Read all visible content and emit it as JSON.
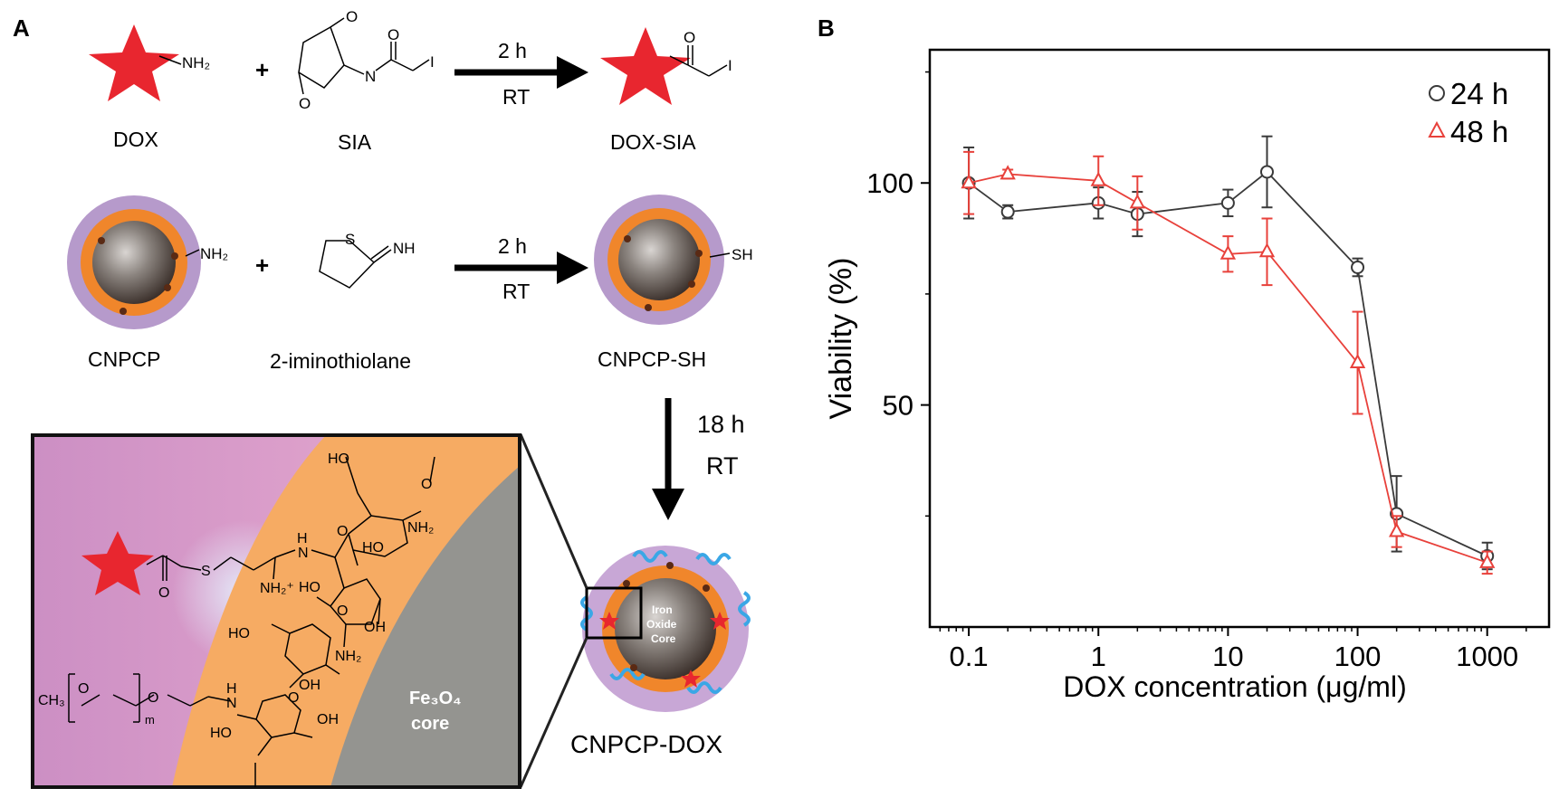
{
  "panel_a": {
    "label": "A",
    "reaction1": {
      "reactant1": "DOX",
      "reactant2": "SIA",
      "plus": "+",
      "amine": "NH₂",
      "iodo": "I",
      "oxygen_top": "O",
      "oxygen_bottom": "O",
      "oxygen_acyl": "O",
      "nitrogen": "N",
      "condition_time": "2 h",
      "condition_temp": "RT",
      "product": "DOX-SIA",
      "product_oxygen": "O",
      "product_iodo": "I"
    },
    "reaction2": {
      "reactant1": "CNPCP",
      "reactant2": "2-iminothiolane",
      "plus": "+",
      "amine": "NH₂",
      "sulfur": "S",
      "imine": "NH",
      "condition_time": "2 h",
      "condition_temp": "RT",
      "product": "CNPCP-SH",
      "thiol": "SH"
    },
    "step3": {
      "condition_time": "18 h",
      "condition_temp": "RT"
    },
    "final_product": "CNPCP-DOX",
    "core_label_1": "Iron",
    "core_label_2": "Oxide",
    "core_label_3": "Core",
    "zoom_core_label_1": "Fe₃O₄",
    "zoom_core_label_2": "core",
    "zoom_labels": {
      "ho1": "HO",
      "o1": "O",
      "o2": "O",
      "o3": "O",
      "nh2_1": "NH₂",
      "ho2": "HO",
      "nh2plus": "NH₂⁺",
      "ho3": "HO",
      "oh1": "OH",
      "h_n": "H",
      "n1": "N",
      "s1": "S",
      "o_keto": "O",
      "ho4": "HO",
      "nh2_2": "NH₂",
      "oh2": "OH",
      "o4": "O",
      "ch3": "CH₃",
      "o_peg1": "O",
      "o_peg2": "O",
      "m": "m",
      "h_n2": "H",
      "n2": "N",
      "ho5": "HO",
      "oh3": "OH"
    }
  },
  "chart_data": {
    "panel_label": "B",
    "type": "line",
    "xscale": "log",
    "xlabel": "DOX concentration (μg/ml)",
    "ylabel": "Viability (%)",
    "xlim": [
      0.05,
      3000
    ],
    "ylim": [
      0,
      130
    ],
    "xticks": [
      0.1,
      1,
      10,
      100,
      1000
    ],
    "xtick_labels": [
      "0.1",
      "1",
      "10",
      "100",
      "1000"
    ],
    "yticks": [
      50,
      100
    ],
    "ytick_labels": [
      "50",
      "100"
    ],
    "grid": false,
    "legend_position": "top-right",
    "series": [
      {
        "name": "24 h",
        "color": "#3a3a3a",
        "marker": "circle",
        "x": [
          0.1,
          0.2,
          1,
          2,
          10,
          20,
          100,
          200,
          1000
        ],
        "y": [
          100,
          93.5,
          95.5,
          93,
          95.5,
          102.5,
          81,
          25.5,
          16
        ],
        "err": [
          8,
          1.5,
          3.5,
          5,
          3,
          8,
          2,
          8.5,
          3
        ]
      },
      {
        "name": "48 h",
        "color": "#e8413b",
        "marker": "triangle",
        "x": [
          0.1,
          0.2,
          1,
          2,
          10,
          20,
          100,
          200,
          1000
        ],
        "y": [
          100,
          102,
          100.5,
          95.5,
          84,
          84.5,
          59.5,
          21.5,
          14.5
        ],
        "err": [
          7,
          1,
          5.5,
          6,
          4,
          7.5,
          11.5,
          3.5,
          2.5
        ]
      }
    ]
  }
}
